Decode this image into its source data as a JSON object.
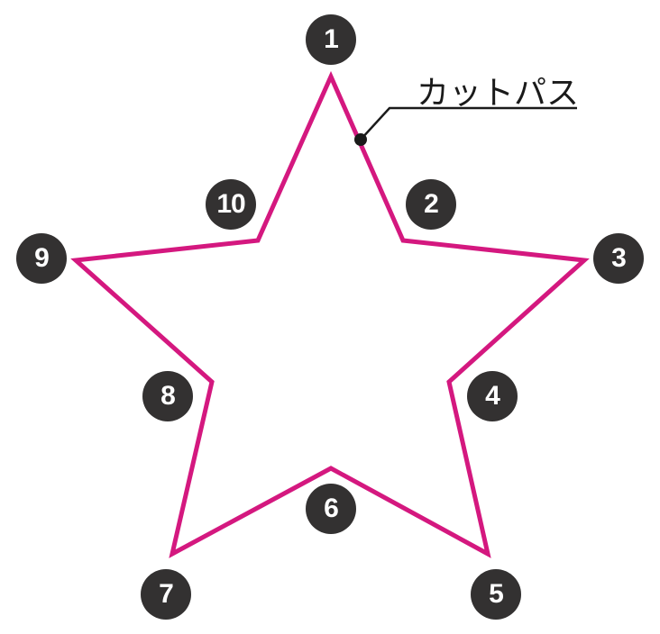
{
  "diagram": {
    "title_label": "カットパス",
    "path_color": "#d4187f",
    "badge_color": "#333131",
    "vertex_numbers": [
      "1",
      "2",
      "3",
      "4",
      "5",
      "6",
      "7",
      "8",
      "9",
      "10"
    ]
  }
}
